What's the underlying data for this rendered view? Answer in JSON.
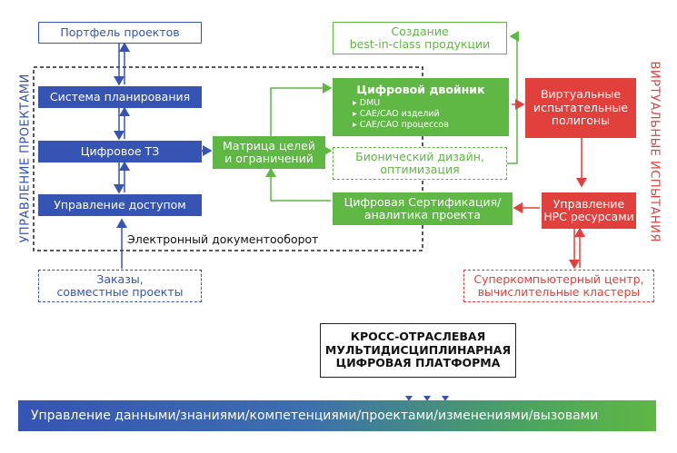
{
  "side_labels": {
    "left": "УПРАВЛЕНИЕ ПРОЕКТАМИ",
    "right": "ВИРТУАЛЬНЫЕ ИСПЫТАНИЯ"
  },
  "boxes": {
    "portfolio": "Портфель проектов",
    "planning": "Система планирования",
    "digital_tz": "Цифровое ТЗ",
    "access": "Управление доступом",
    "orders_line1": "Заказы,",
    "orders_line2": "совместные проекты",
    "matrix_line1": "Матрица целей",
    "matrix_line2": "и ограничений",
    "best_line1": "Создание",
    "best_line2": "best-in-class продукции",
    "twin_title": "Цифровой двойник",
    "twin_items": [
      "DMU",
      "CAE/CAO изделий",
      "CAE/CAO процессов"
    ],
    "bionic_line1": "Бионический дизайн,",
    "bionic_line2": "оптимизация",
    "cert_line1": "Цифровая Сертификация/",
    "cert_line2": "аналитика проекта",
    "virtual_line1": "Виртуальные",
    "virtual_line2": "испытательные",
    "virtual_line3": "полигоны",
    "hpc_line1": "Управление",
    "hpc_line2": "HPC ресурсами",
    "super_line1": "Суперкомпьютерный центр,",
    "super_line2": "вычислительные кластеры",
    "platform_line1": "КРОСС-ОТРАСЛЕВАЯ",
    "platform_line2": "МУЛЬТИДИСЦИПЛИНАРНАЯ",
    "platform_line3": "ЦИФРОВАЯ ПЛАТФОРМА"
  },
  "edo_label": "Электронный документооборот",
  "bottom_bar": "Управление данными/знаниями/компетенциями/проектами/изменениями/вызовами",
  "colors": {
    "blue": "#3554b3",
    "green": "#5fb744",
    "red": "#e1403c",
    "dark": "#222222"
  }
}
